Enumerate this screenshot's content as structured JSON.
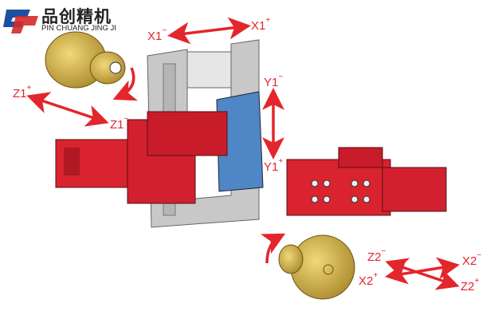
{
  "logo": {
    "name_cn": "品创精机",
    "name_en": "PIN CHUANG JING JI"
  },
  "axis_labels": {
    "x1_minus": {
      "base": "X1",
      "sign": "−"
    },
    "x1_plus": {
      "base": "X1",
      "sign": "+"
    },
    "y1_minus": {
      "base": "Y1",
      "sign": "−"
    },
    "y1_plus": {
      "base": "Y1",
      "sign": "+"
    },
    "z1_plus": {
      "base": "Z1",
      "sign": "+"
    },
    "z1_minus": {
      "base": "Z1",
      "sign": "−"
    },
    "z2_minus": {
      "base": "Z2",
      "sign": "−"
    },
    "x2_plus": {
      "base": "X2",
      "sign": "+"
    },
    "x2_minus": {
      "base": "X2",
      "sign": "−"
    },
    "z2_plus": {
      "base": "Z2",
      "sign": "+"
    }
  },
  "colors": {
    "arrow": "#e3262b",
    "frame": "#c8c8c8",
    "red_unit": "#d9232e",
    "blue_slide": "#4f86c6",
    "gold": "#c9a83a",
    "logo_blue": "#1f4fa0",
    "logo_red": "#d42a2a"
  }
}
